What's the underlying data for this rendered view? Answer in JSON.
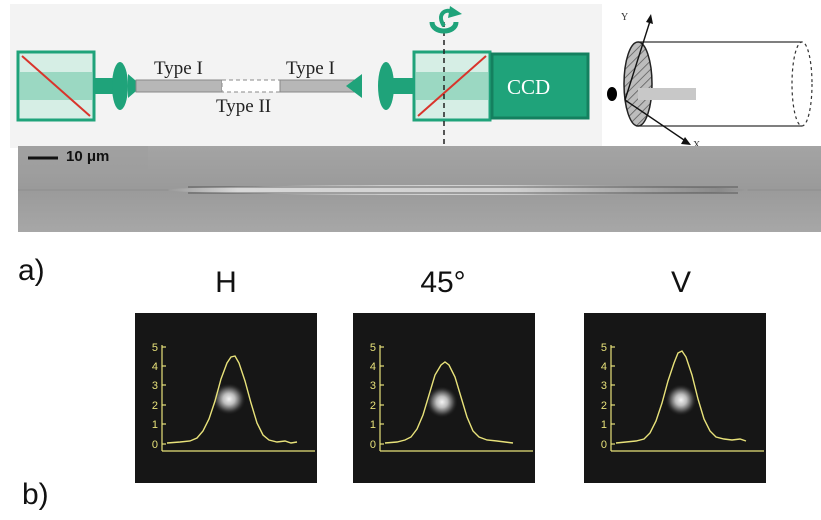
{
  "setup": {
    "type_i_left": "Type I",
    "type_i_right": "Type I",
    "type_ii": "Type II",
    "ccd": "CCD"
  },
  "fiber_axes": {
    "y": "Y",
    "x": "X"
  },
  "micrograph": {
    "scale_bar": "10 μm"
  },
  "labels": {
    "part_a": "a)",
    "part_b": "b)"
  },
  "polarizations": [
    {
      "label": "H",
      "axis_ticks": [
        "5",
        "4",
        "3",
        "2",
        "1",
        "0"
      ]
    },
    {
      "label": "45°",
      "axis_ticks": [
        "5",
        "4",
        "3",
        "2",
        "1",
        "0"
      ]
    },
    {
      "label": "V",
      "axis_ticks": [
        "5",
        "4",
        "3",
        "2",
        "1",
        "0"
      ]
    }
  ],
  "colors": {
    "optic_green": "#1fa37a",
    "optic_fill": "#cfe9df",
    "profile_yellow": "#e8e27a",
    "polarizer_line": "#d9342b"
  }
}
